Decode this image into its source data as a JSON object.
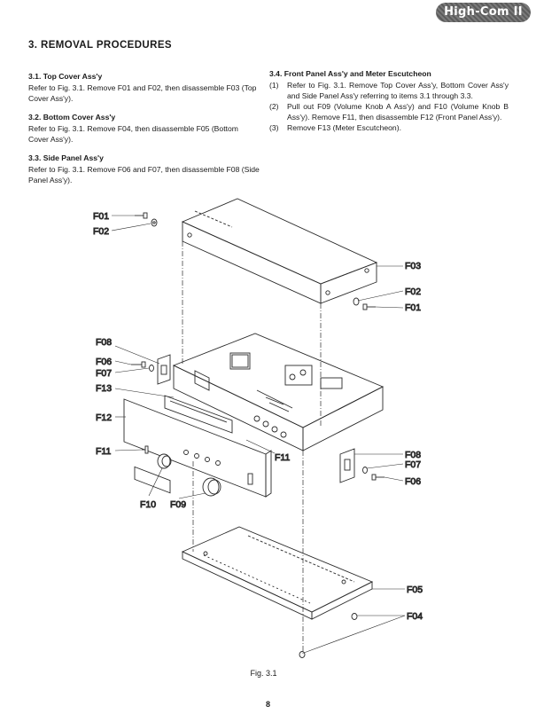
{
  "badge": {
    "text": "High-Com II"
  },
  "heading": "3.   REMOVAL PROCEDURES",
  "sections_left": [
    {
      "title": "3.1.     Top Cover Ass'y",
      "body": "Refer to Fig. 3.1. Remove F01 and F02, then disassemble F03 (Top Cover Ass'y)."
    },
    {
      "title": "3.2.   Bottom Cover Ass'y",
      "body": "Refer to Fig. 3.1. Remove F04, then disassemble F05 (Bottom Cover Ass'y)."
    },
    {
      "title": "3.3.    Side Panel Ass'y",
      "body": "Refer to Fig. 3.1. Remove F06 and F07, then disassemble F08 (Side Panel Ass'y)."
    }
  ],
  "section_right": {
    "title": "3.4.     Front Panel Ass'y and Meter Escutcheon",
    "steps": [
      {
        "num": "(1)",
        "text": "Refer to Fig. 3.1. Remove Top Cover Ass'y, Bottom Cover Ass'y and Side Panel Ass'y referring to items 3.1 through 3.3."
      },
      {
        "num": "(2)",
        "text": "Pull out F09 (Volume Knob A Ass'y) and F10 (Volume Knob B Ass'y). Remove F11, then disassemble F12 (Front Panel Ass'y)."
      },
      {
        "num": "(3)",
        "text": "Remove F13 (Meter Escutcheon)."
      }
    ]
  },
  "diagram_labels": {
    "f01": "F01",
    "f02": "F02",
    "f03": "F03",
    "f02r": "F02",
    "f01r": "F01",
    "f08": "F08",
    "f06": "F06",
    "f07": "F07",
    "f13": "F13",
    "f12": "F12",
    "f11": "F11",
    "f11b": "F11",
    "f10": "F10",
    "f09": "F09",
    "f08r": "F08",
    "f07r": "F07",
    "f06r": "F06",
    "f05": "F05",
    "f04": "F04"
  },
  "caption": "Fig. 3.1",
  "page_number": "8"
}
